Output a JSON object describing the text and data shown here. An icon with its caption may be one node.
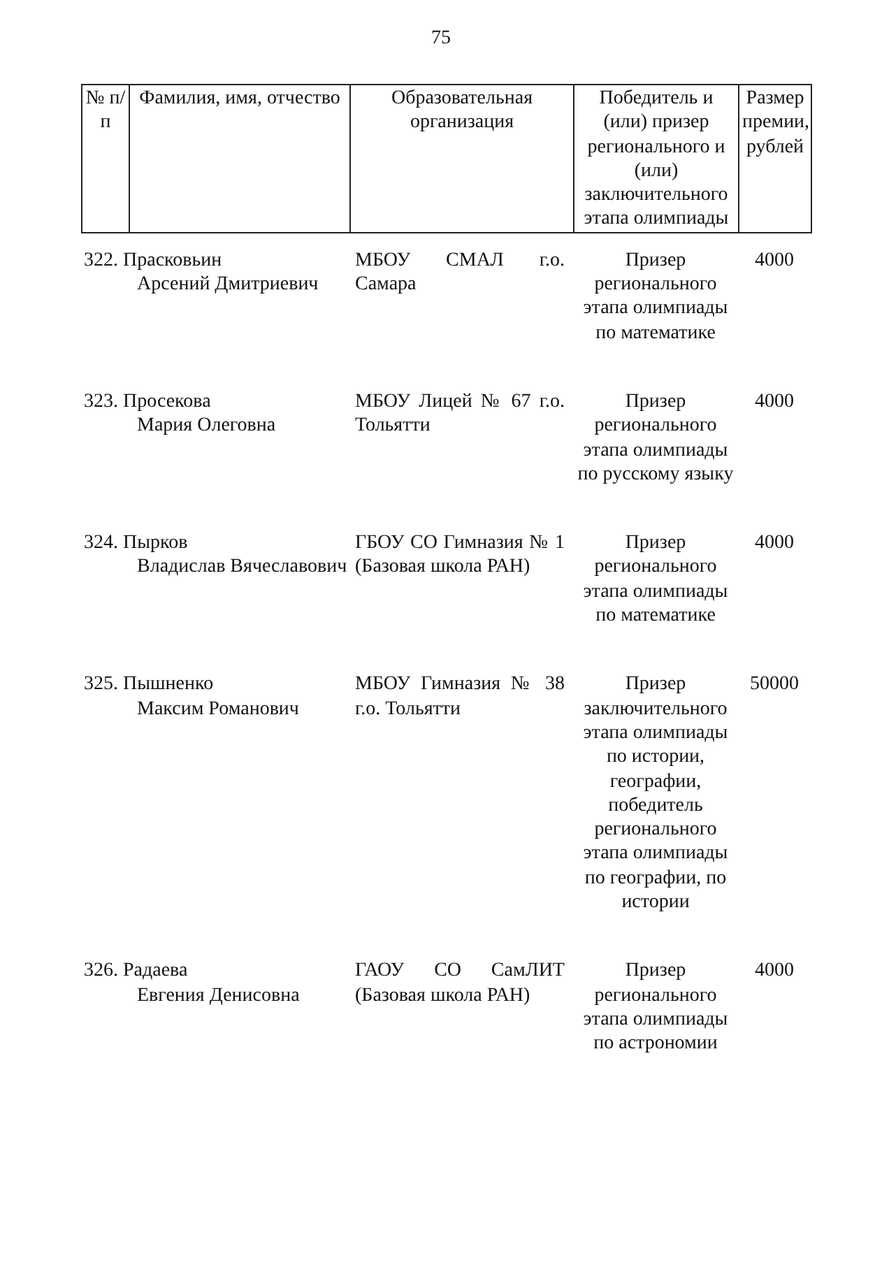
{
  "diagram": {
    "labels": [
      "75",
      "№ п/п",
      "Фамилия, имя, отчество",
      "Образовательная организация",
      "Победитель и (или) призер регионального и (или) заключительного этапа олимпиады",
      "Размер премии, рублей",
      "322.",
      "Прасковьин",
      "Арсений Дмитриевич",
      "МБОУ СМАЛ г.о. Самара",
      "Призер регионального этапа олимпиады по математике",
      "4000",
      "323.",
      "Просекова",
      "Мария Олеговна",
      "МБОУ Лицей № 67 г.о. Тольятти",
      "Призер регионального этапа олимпиады по русскому языку",
      "4000",
      "324.",
      "Пырков",
      "Владислав Вячеславович",
      "ГБОУ СО Гимназия № 1 (Базовая школа РАН)",
      "Призер регионального этапа олимпиады по математике",
      "4000",
      "325.",
      "Пышненко",
      "Максим Романович",
      "МБОУ Гимназия № 38 г.о. Тольятти",
      "Призер заключительного этапа олимпиады по истории, географии, победитель регионального этапа олимпиады по географии, по истории",
      "50000",
      "326.",
      "Радаева",
      "Евгения Денисовна",
      "ГАОУ СО СамЛИТ (Базовая школа РАН)",
      "Призер регионального этапа олимпиады по астрономии",
      "4000"
    ]
  }
}
